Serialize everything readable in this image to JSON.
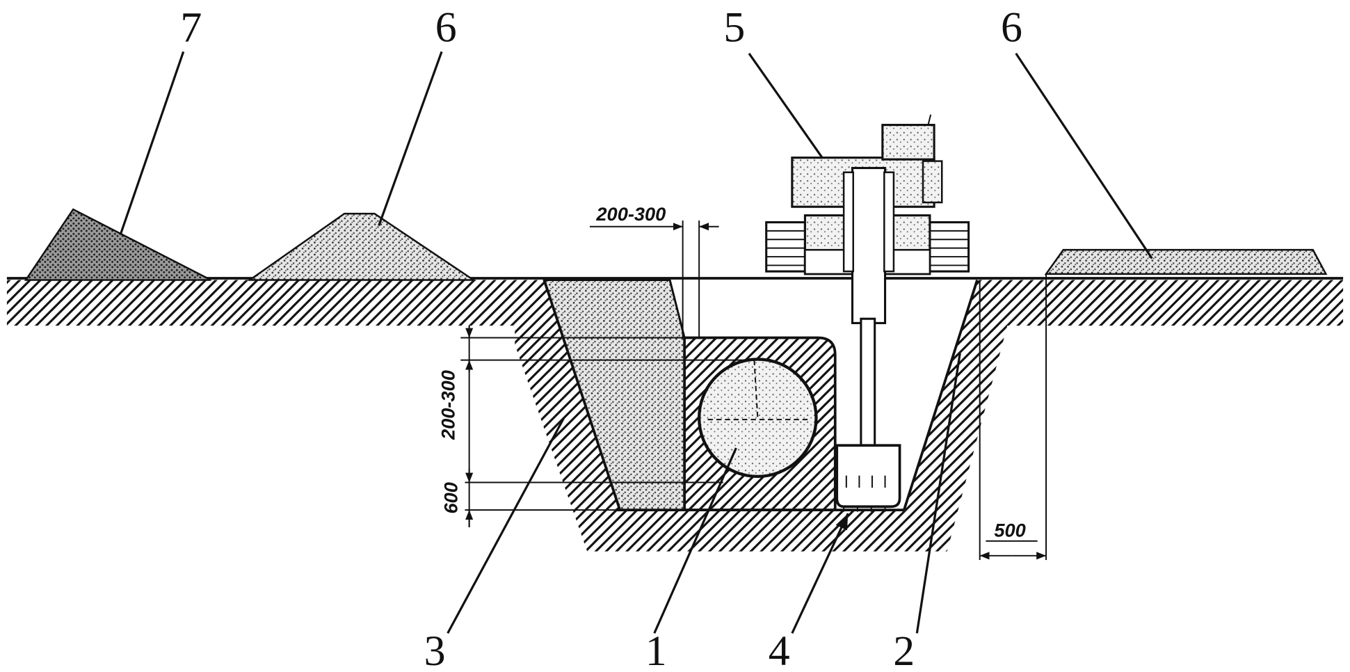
{
  "labels": {
    "heap_7": "7",
    "heap_6_left": "6",
    "excavator_5": "5",
    "heap_6_right": "6",
    "backfill_3": "3",
    "pipe_1": "1",
    "bottom_4": "4",
    "wall_2": "2"
  },
  "dimensions": {
    "top_gap": "200-300",
    "cover": "200-300",
    "bedding": "600",
    "offset": "500"
  }
}
